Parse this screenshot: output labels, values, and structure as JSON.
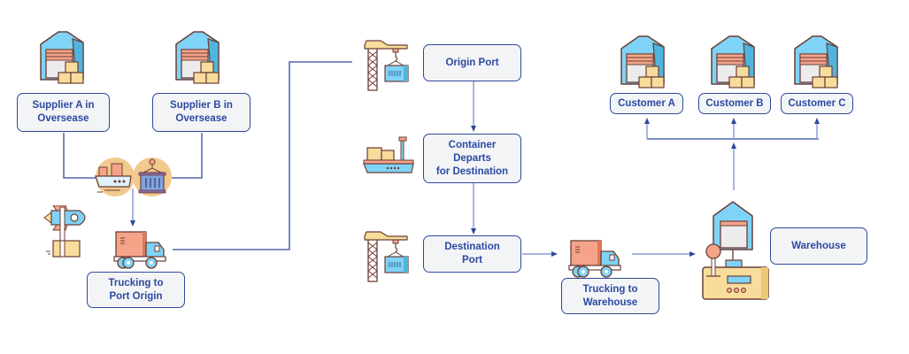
{
  "title": "Supply chain logistics flow",
  "colors": {
    "box_border": "#2e4a9e",
    "box_fill": "#f3f4f6",
    "box_text": "#2b4aa3",
    "connector_dark": "#2e4a9e",
    "connector_light": "#8a9fd8",
    "icon_blue": "#7fd3f7",
    "icon_salmon": "#f5a48a",
    "icon_sand": "#f8dc9c",
    "icon_outline": "#6b3e36",
    "icon_circle": "#f2c98e"
  },
  "nodes": {
    "supplier_a": "Supplier A in\nOversease",
    "supplier_b": "Supplier B in\nOversease",
    "trucking_port_origin": "Trucking to\nPort Origin",
    "origin_port": "Origin Port",
    "container_departs": "Container Departs\nfor Destination",
    "destination_port": "Destination\nPort",
    "trucking_warehouse": "Trucking to\nWarehouse",
    "warehouse": "Warehouse",
    "customer_a": "Customer A",
    "customer_b": "Customer B",
    "customer_c": "Customer C"
  },
  "icons": {
    "supplier_a": "warehouse-icon",
    "supplier_b": "warehouse-icon",
    "consolidation": "cargo-ship-and-container-icon",
    "air_freight": "rocket-package-icon",
    "truck_origin": "delivery-truck-icon",
    "origin_port": "port-crane-icon",
    "container_departs": "cargo-ship-icon",
    "destination_port": "port-crane-icon",
    "truck_warehouse": "delivery-truck-icon",
    "warehouse": "warehouse-control-icon",
    "customer_a": "warehouse-icon",
    "customer_b": "warehouse-icon",
    "customer_c": "warehouse-icon"
  },
  "edges": [
    {
      "from": "supplier_a",
      "to": "consolidation"
    },
    {
      "from": "supplier_b",
      "to": "consolidation"
    },
    {
      "from": "consolidation",
      "to": "trucking_port_origin"
    },
    {
      "from": "trucking_port_origin",
      "to": "origin_port"
    },
    {
      "from": "origin_port",
      "to": "container_departs"
    },
    {
      "from": "container_departs",
      "to": "destination_port"
    },
    {
      "from": "destination_port",
      "to": "trucking_warehouse"
    },
    {
      "from": "trucking_warehouse",
      "to": "warehouse"
    },
    {
      "from": "warehouse",
      "to": "customer_a"
    },
    {
      "from": "warehouse",
      "to": "customer_b"
    },
    {
      "from": "warehouse",
      "to": "customer_c"
    }
  ]
}
